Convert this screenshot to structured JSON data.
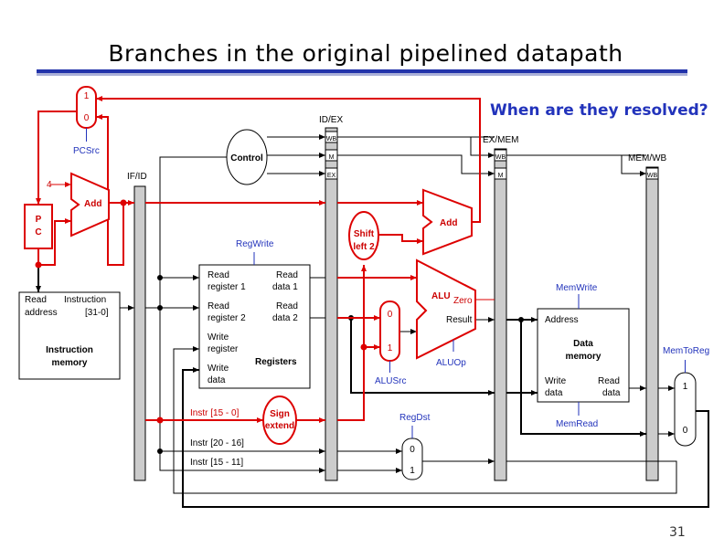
{
  "slide": {
    "title": "Branches in the original pipelined datapath",
    "question": "When are they resolved?",
    "page_number": "31"
  },
  "pipeline_registers": {
    "if_id": "IF/ID",
    "id_ex": "ID/EX",
    "ex_mem": "EX/MEM",
    "mem_wb": "MEM/WB",
    "wb": "WB",
    "m": "M",
    "ex": "EX"
  },
  "units": {
    "pc": [
      "P",
      "C"
    ],
    "add_pc": "Add",
    "add_branch": "Add",
    "const_four": "4",
    "control": "Control",
    "shift": [
      "Shift",
      "left 2"
    ],
    "sign_extend": [
      "Sign",
      "extend"
    ],
    "alu": "ALU",
    "alu_zero": "Zero",
    "alu_result": "Result",
    "instr_mem": {
      "read_address": [
        "Read",
        "address"
      ],
      "instruction": [
        "Instruction",
        "[31-0]"
      ],
      "name": [
        "Instruction",
        "memory"
      ]
    },
    "registers": {
      "read_reg1": [
        "Read",
        "register 1"
      ],
      "read_reg2": [
        "Read",
        "register 2"
      ],
      "write_reg": [
        "Write",
        "register"
      ],
      "write_data": [
        "Write",
        "data"
      ],
      "read_data1": [
        "Read",
        "data 1"
      ],
      "read_data2": [
        "Read",
        "data 2"
      ],
      "name": "Registers"
    },
    "data_mem": {
      "address": "Address",
      "name": [
        "Data",
        "memory"
      ],
      "write_data": [
        "Write",
        "data"
      ],
      "read_data": [
        "Read",
        "data"
      ]
    }
  },
  "mux_labels": {
    "pc_mux": [
      "1",
      "0"
    ],
    "alusrc_mux": [
      "0",
      "1"
    ],
    "regdst_mux": [
      "0",
      "1"
    ],
    "memtoreg_mux": [
      "1",
      "0"
    ]
  },
  "control_signals": {
    "pcsrc": "PCSrc",
    "regwrite": "RegWrite",
    "alusrc": "ALUSrc",
    "aluop": "ALUOp",
    "regdst": "RegDst",
    "memwrite": "MemWrite",
    "memread": "MemRead",
    "memtoreg": "MemToReg"
  },
  "instr_fields": {
    "f15_0": "Instr [15 - 0]",
    "f20_16": "Instr [20 - 16]",
    "f15_11": "Instr [15 - 11]"
  },
  "colors": {
    "branch_path": "#dd0000",
    "control_label": "#2233bb",
    "title_bar": "#2233aa",
    "pipeline_register": "#cccccc"
  }
}
